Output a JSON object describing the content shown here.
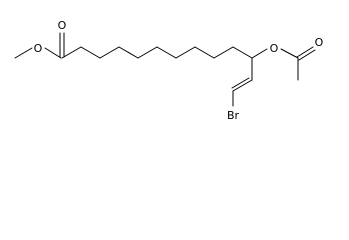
{
  "molecule": {
    "atoms": {
      "ester_o_single": "O",
      "ester_o_double": "O",
      "acetate_o_single": "O",
      "acetate_o_double": "O",
      "bromine": "Br"
    }
  }
}
